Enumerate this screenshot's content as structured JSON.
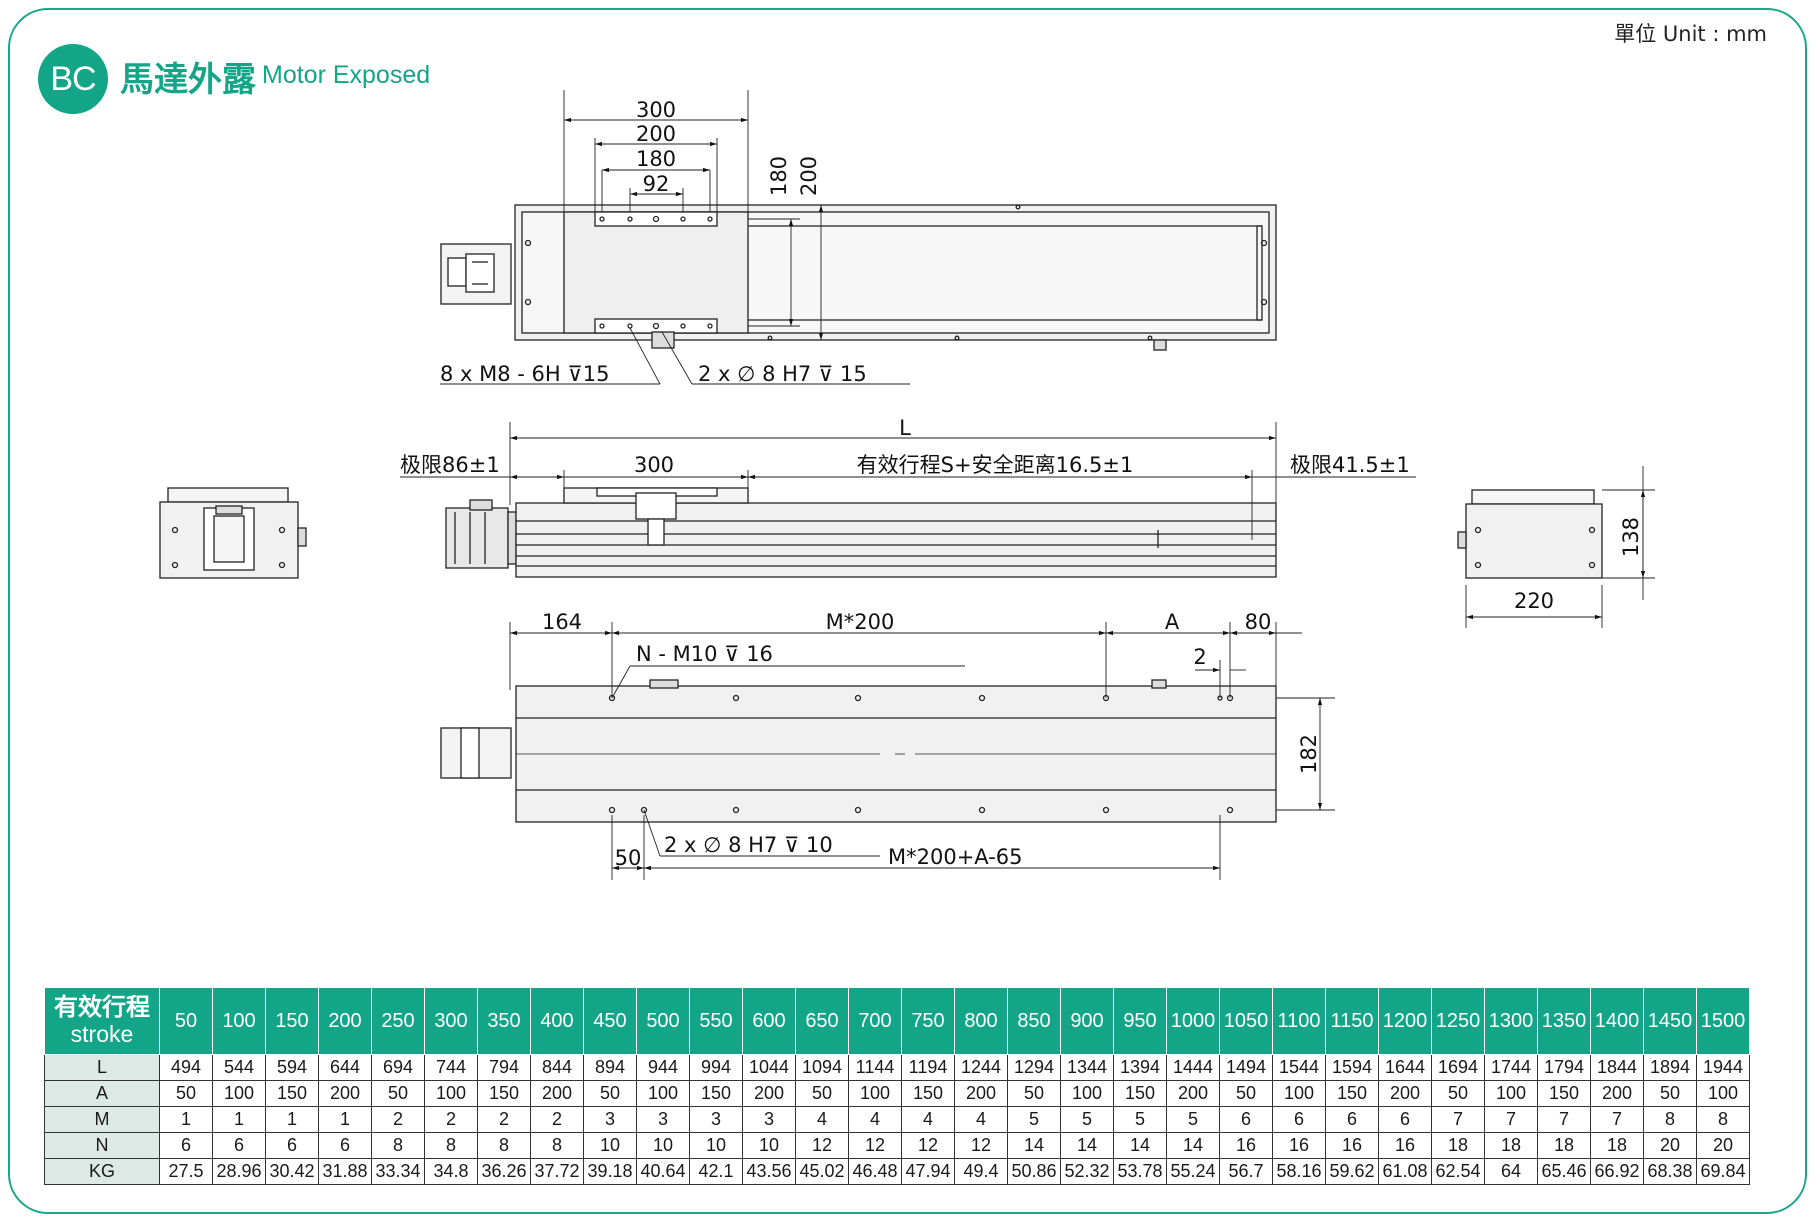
{
  "header": {
    "badge": "BC",
    "title_zh": "馬達外露",
    "title_en": "Motor Exposed",
    "unit": "單位 Unit : mm"
  },
  "dimensions": {
    "top_view": {
      "d300": "300",
      "d200": "200",
      "d180": "180",
      "d92": "92",
      "v180": "180",
      "v200": "200",
      "thread_note": "8 x  M8 - 6H ⊽15",
      "pin_note": "2 x ∅ 8 H7 ⊽ 15"
    },
    "side_view": {
      "L": "L",
      "limit_left": "極限86±1",
      "limit_left_display": "极限86±1",
      "carriage": "300",
      "stroke_note": "有效行程S+安全距离16.5±1",
      "limit_right": "极限41.5±1"
    },
    "end_view": {
      "height": "138",
      "width": "220"
    },
    "bottom_view": {
      "d164": "164",
      "m200": "M*200",
      "a": "A",
      "d80": "80",
      "d2": "2",
      "thread_note": "N - M10 ⊽ 16",
      "d182": "182",
      "d50": "50",
      "pin_note": "2 x ∅ 8 H7 ⊽ 10",
      "span_note": "M*200+A-65"
    }
  },
  "table": {
    "header_zh": "有效行程",
    "header_en": "stroke",
    "strokes": [
      "50",
      "100",
      "150",
      "200",
      "250",
      "300",
      "350",
      "400",
      "450",
      "500",
      "550",
      "600",
      "650",
      "700",
      "750",
      "800",
      "850",
      "900",
      "950",
      "1000",
      "1050",
      "1100",
      "1150",
      "1200",
      "1250",
      "1300",
      "1350",
      "1400",
      "1450",
      "1500"
    ],
    "rows": [
      {
        "label": "L",
        "values": [
          "494",
          "544",
          "594",
          "644",
          "694",
          "744",
          "794",
          "844",
          "894",
          "944",
          "994",
          "1044",
          "1094",
          "1144",
          "1194",
          "1244",
          "1294",
          "1344",
          "1394",
          "1444",
          "1494",
          "1544",
          "1594",
          "1644",
          "1694",
          "1744",
          "1794",
          "1844",
          "1894",
          "1944"
        ]
      },
      {
        "label": "A",
        "values": [
          "50",
          "100",
          "150",
          "200",
          "50",
          "100",
          "150",
          "200",
          "50",
          "100",
          "150",
          "200",
          "50",
          "100",
          "150",
          "200",
          "50",
          "100",
          "150",
          "200",
          "50",
          "100",
          "150",
          "200",
          "50",
          "100",
          "150",
          "200",
          "50",
          "100"
        ]
      },
      {
        "label": "M",
        "values": [
          "1",
          "1",
          "1",
          "1",
          "2",
          "2",
          "2",
          "2",
          "3",
          "3",
          "3",
          "3",
          "4",
          "4",
          "4",
          "4",
          "5",
          "5",
          "5",
          "5",
          "6",
          "6",
          "6",
          "6",
          "7",
          "7",
          "7",
          "7",
          "8",
          "8"
        ]
      },
      {
        "label": "N",
        "values": [
          "6",
          "6",
          "6",
          "6",
          "8",
          "8",
          "8",
          "8",
          "10",
          "10",
          "10",
          "10",
          "12",
          "12",
          "12",
          "12",
          "14",
          "14",
          "14",
          "14",
          "16",
          "16",
          "16",
          "16",
          "18",
          "18",
          "18",
          "18",
          "20",
          "20"
        ]
      },
      {
        "label": "KG",
        "values": [
          "27.5",
          "28.96",
          "30.42",
          "31.88",
          "33.34",
          "34.8",
          "36.26",
          "37.72",
          "39.18",
          "40.64",
          "42.1",
          "43.56",
          "45.02",
          "46.48",
          "47.94",
          "49.4",
          "50.86",
          "52.32",
          "53.78",
          "55.24",
          "56.7",
          "58.16",
          "59.62",
          "61.08",
          "62.54",
          "64",
          "65.46",
          "66.92",
          "68.38",
          "69.84"
        ]
      }
    ]
  }
}
